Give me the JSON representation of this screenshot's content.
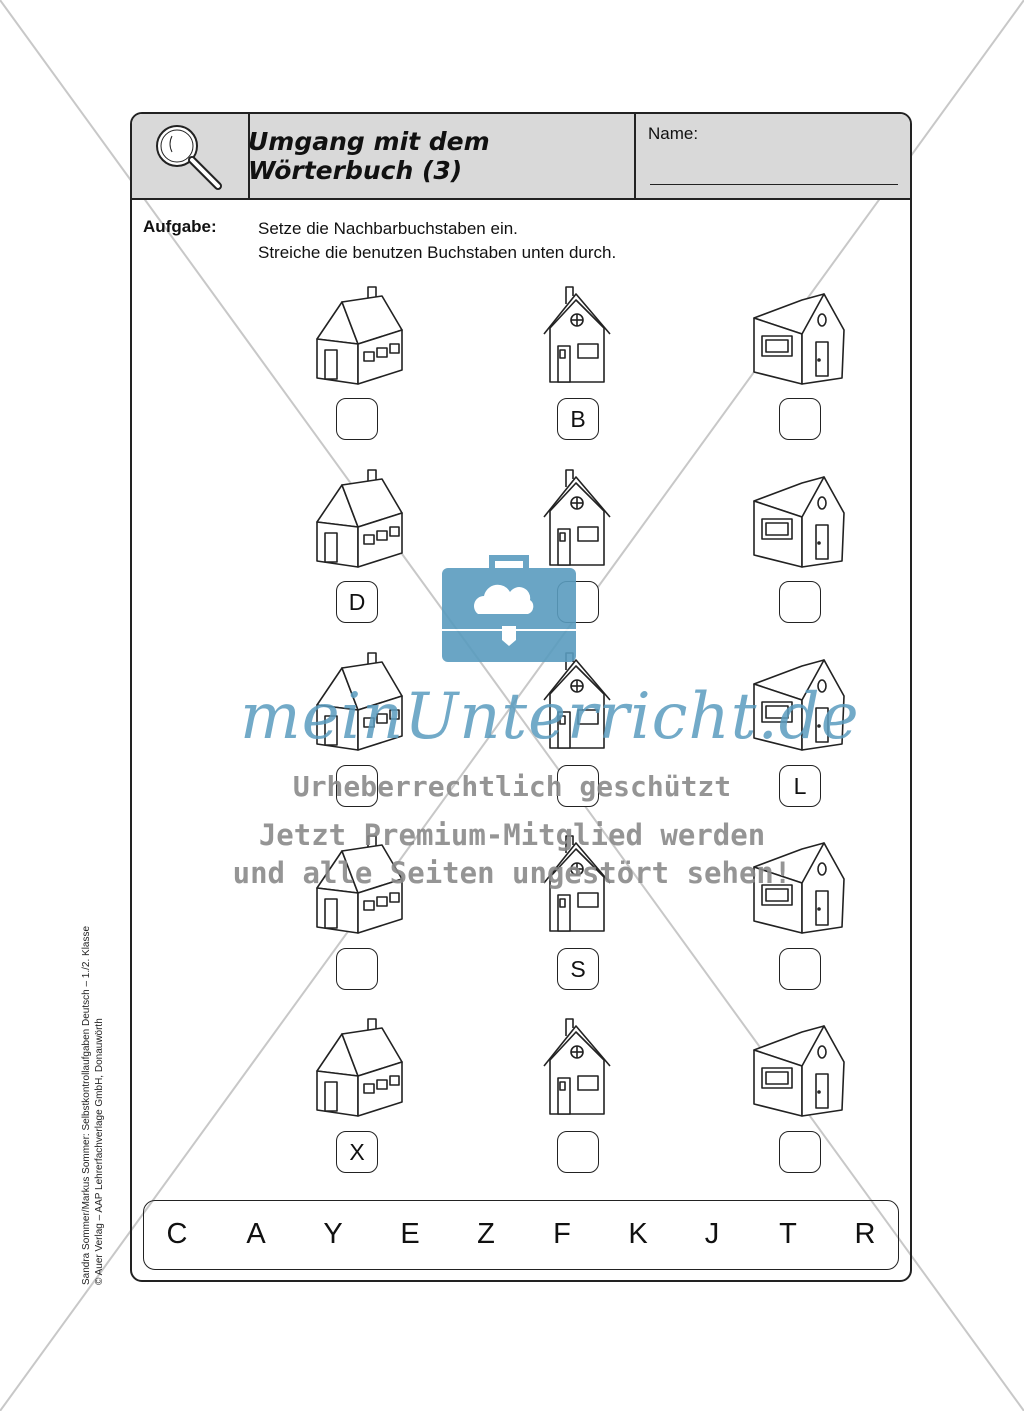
{
  "header": {
    "title": "Umgang mit dem Wörterbuch (3)",
    "name_label": "Name:"
  },
  "task": {
    "label": "Aufgabe:",
    "line1": "Setze die Nachbarbuchstaben ein.",
    "line2": "Streiche die benutzen Buchstaben unten durch."
  },
  "answer_boxes": [
    "",
    "B",
    "",
    "D",
    "",
    "",
    "",
    "",
    "L",
    "",
    "S",
    "",
    "X",
    "",
    ""
  ],
  "letter_bank": [
    "C",
    "A",
    "Y",
    "E",
    "Z",
    "F",
    "K",
    "J",
    "T",
    "R"
  ],
  "side_text": {
    "line1": "Sandra Sommer/Markus Sommer: Selbstkontrollaufgaben Deutsch – 1./2. Klasse",
    "line2": "© Auer Verlag – AAP Lehrerfachverlage GmbH, Donauwörth"
  },
  "watermark": {
    "logo": "meinUnterricht.de",
    "line1": "Urheberrechtlich geschützt",
    "line2": "Jetzt Premium-Mitglied werden",
    "line3": "und alle Seiten ungestört sehen!",
    "color": "#5a9cbf"
  },
  "icons": {
    "header": "magnifier-icon",
    "houses": [
      "house-wide-icon",
      "house-tall-icon",
      "house-side-icon"
    ]
  }
}
